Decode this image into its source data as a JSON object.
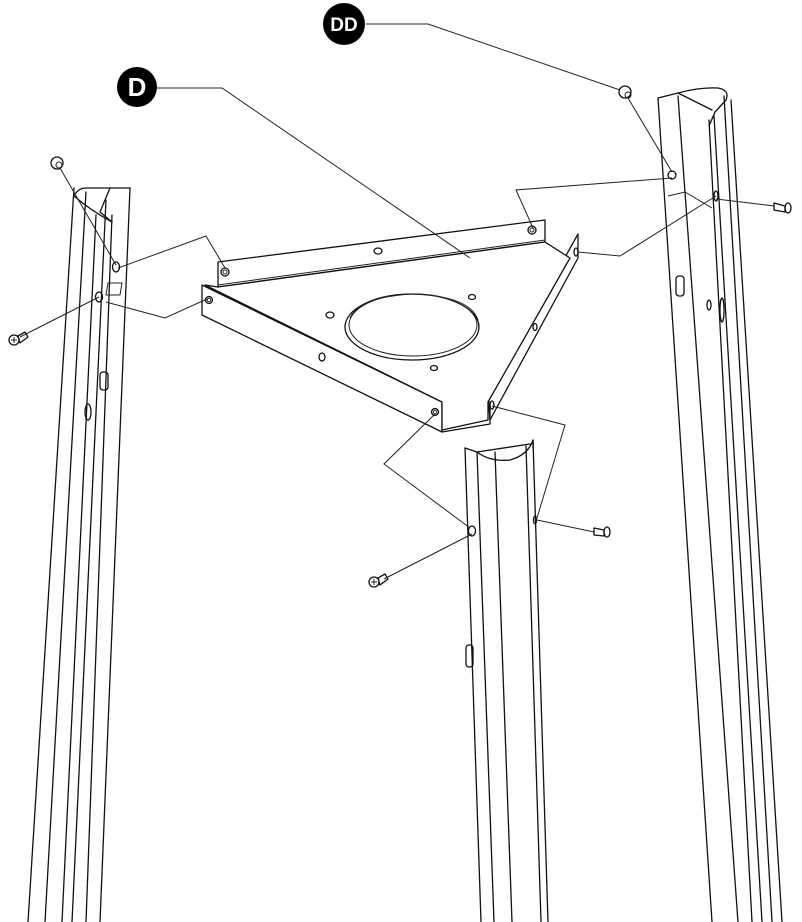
{
  "diagram": {
    "type": "exploded assembly drawing",
    "background": "#ffffff",
    "line_color": "#111111",
    "callouts": [
      {
        "id": "callout-d",
        "label": "D",
        "part": "triangular top plate with center hole",
        "badge_color": "#000000",
        "text_color": "#ffffff"
      },
      {
        "id": "callout-dd",
        "label": "DD",
        "part": "screw / rivet fastener",
        "badge_color": "#000000",
        "text_color": "#ffffff"
      }
    ],
    "parts": [
      {
        "name": "triangular-top-plate",
        "holes": 6,
        "center_opening": "circular"
      },
      {
        "name": "left-leg",
        "profile": "curved channel"
      },
      {
        "name": "right-leg",
        "profile": "curved channel"
      },
      {
        "name": "center-front-leg",
        "profile": "curved channel"
      },
      {
        "name": "top-fasteners",
        "count": 3
      },
      {
        "name": "side-screws",
        "count": 4
      }
    ]
  }
}
